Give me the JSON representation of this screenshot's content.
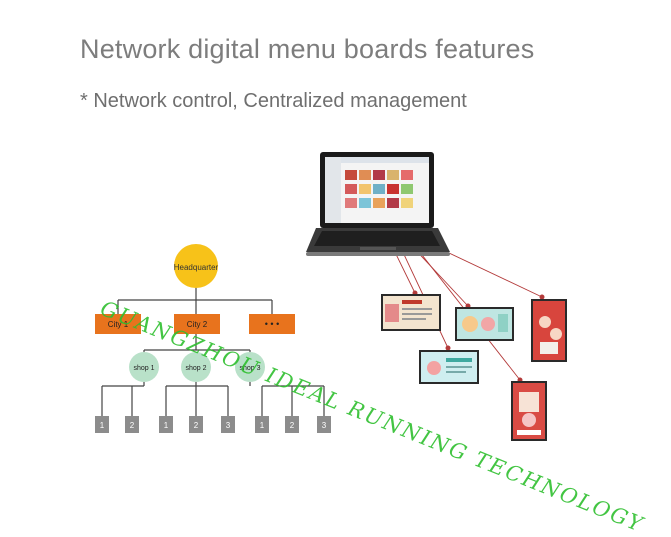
{
  "title": "Network digital menu boards features",
  "subtitle": "* Network control, Centralized management",
  "org_chart": {
    "root": "Headquarter",
    "cities": [
      "City 1",
      "City 2",
      "• • •"
    ],
    "shops": [
      "shop 1",
      "shop 2",
      "shop 3"
    ],
    "screens": [
      [
        "1",
        "2"
      ],
      [
        "1",
        "2",
        "3"
      ],
      [
        "1",
        "2",
        "3"
      ]
    ]
  },
  "watermark": "GUANGZHOU IDEAL RUNNING TECHNOLOGY",
  "colors": {
    "root": "#f7c219",
    "city": "#e8731d",
    "shop": "#b9e1c9",
    "screen": "#8c8c8c",
    "link": "#b33a3a"
  }
}
